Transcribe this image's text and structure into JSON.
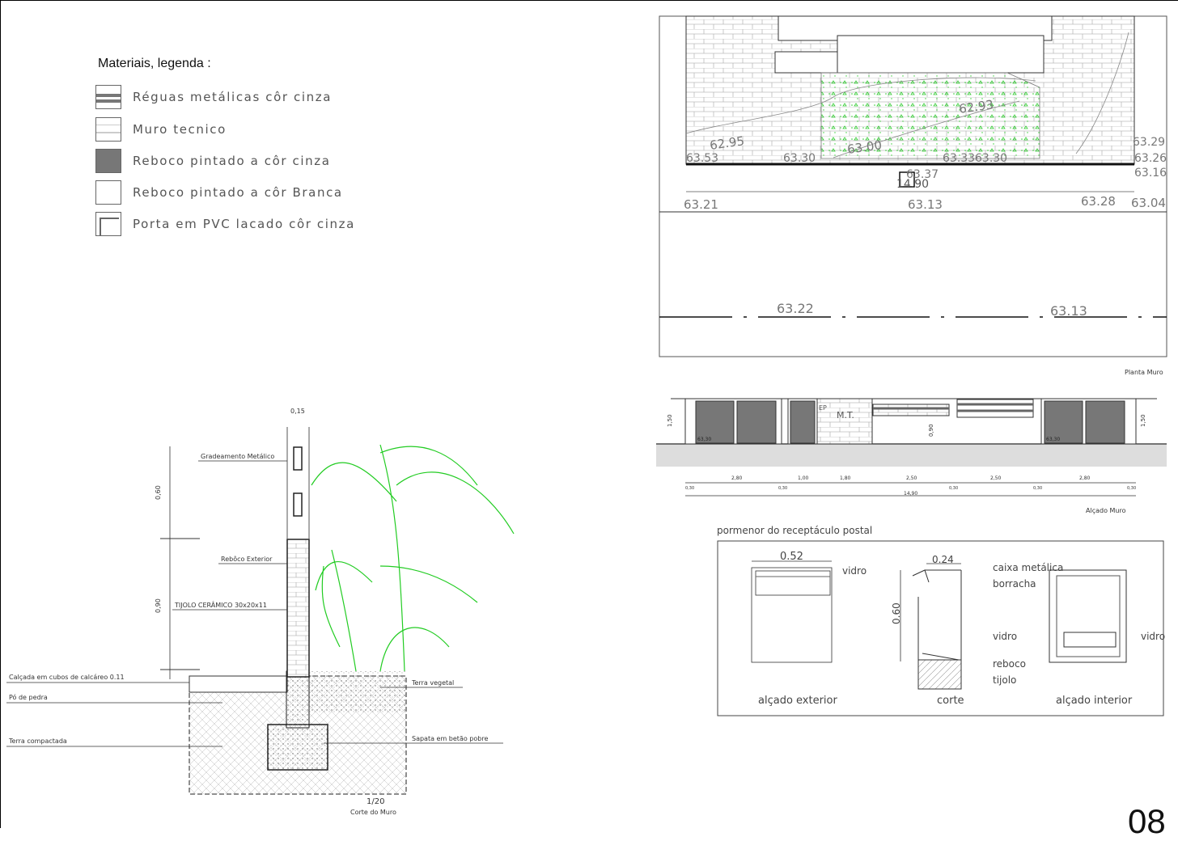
{
  "legend": {
    "title": "Materiais, legenda :",
    "items": [
      {
        "label": "Réguas metálicas côr cinza",
        "swatch": "reguas"
      },
      {
        "label": "Muro tecnico",
        "swatch": "muro"
      },
      {
        "label": "Reboco pintado a côr cinza",
        "swatch": "cinza"
      },
      {
        "label": "Reboco pintado a côr Branca",
        "swatch": "branca"
      },
      {
        "label": "Porta em PVC lacado côr cinza",
        "swatch": "porta"
      }
    ]
  },
  "plan": {
    "caption": "Planta Muro",
    "levels": [
      "62.95",
      "63.00",
      "62.93",
      "63.30",
      "63.33",
      "63.30",
      "63.37",
      "63.53",
      "63.29",
      "63.26",
      "63.16",
      "63.21",
      "63.13",
      "63.28",
      "63.04",
      "63.22",
      "63.13"
    ],
    "width_dim": "14.90"
  },
  "elevation": {
    "caption": "Alçado Muro",
    "mt_label": "M.T.",
    "ep_label": "EP",
    "height_labels": [
      "1,50",
      "0,90",
      "1,50"
    ],
    "level_labels": [
      "63,30",
      "63,30"
    ],
    "dims": [
      "2,80",
      "1,00",
      "1,80",
      "2,50",
      "2,50",
      "2,80"
    ],
    "small_dims": [
      "0,30",
      "0,30",
      "0,30",
      "0,30",
      "0,30"
    ],
    "total": "14,90"
  },
  "postal": {
    "title": "pormenor do receptáculo postal",
    "ext_width": "0.52",
    "ext_label": "vidro",
    "ext_caption": "alçado exterior",
    "cut_width": "0.24",
    "cut_height": "0.60",
    "cut_labels": [
      "caixa metálica",
      "borracha",
      "vidro",
      "reboco",
      "tijolo"
    ],
    "cut_caption": "corte",
    "int_label": "vidro",
    "int_caption": "alçado interior"
  },
  "section": {
    "top_dim": "0,15",
    "dims": [
      "0,60",
      "0,90"
    ],
    "labels": {
      "gradeamento": "Gradeamento Metálico",
      "reboco": "Rebôco Exterior",
      "tijolo": "TIJOLO CERÂMICO 30x20x11",
      "calcada": "Calçada em cubos de calcáreo 0.11",
      "po": "Pó de pedra",
      "terra_comp": "Terra compactada",
      "terra_veg": "Terra vegetal",
      "sapata": "Sapata em betão pobre"
    },
    "scale": "1/20",
    "caption": "Corte do Muro"
  },
  "page_number": "08",
  "colors": {
    "plant": "#22cc22",
    "line": "#222222",
    "fill_gray": "#777777"
  }
}
